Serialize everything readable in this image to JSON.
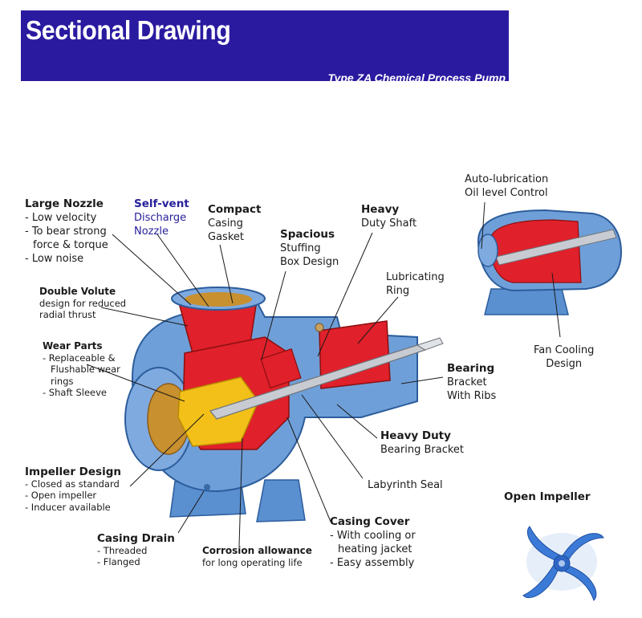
{
  "header": {
    "title": "Sectional Drawing",
    "subtitle": "Type ZA Chemical Process Pump"
  },
  "colors": {
    "banner": "#2a1aa0",
    "casing_blue": "#6a9cd6",
    "cutaway_red": "#e0202a",
    "impeller_yellow": "#f2c018",
    "shaft_silver": "#c8ccd2"
  },
  "labels": {
    "large_nozzle": {
      "heading": "Large Nozzle",
      "lines": [
        "- Low velocity",
        "- To bear strong",
        "force & torque",
        "- Low noise"
      ]
    },
    "self_vent": {
      "heading": "Self-vent",
      "lines": [
        "Discharge",
        "Nozzle"
      ]
    },
    "compact": {
      "heading": "Compact",
      "lines": [
        "Casing",
        "Gasket"
      ]
    },
    "spacious": {
      "heading": "Spacious",
      "lines": [
        "Stuffing",
        "Box Design"
      ]
    },
    "heavy_duty_shaft": {
      "heading": "Heavy",
      "lines": [
        "Duty Shaft"
      ]
    },
    "lubricating_ring": {
      "lines": [
        "Lubricating",
        "Ring"
      ]
    },
    "auto_lubrication": {
      "lines": [
        "Auto-lubrication",
        "Oil level Control"
      ]
    },
    "fan_cooling": {
      "lines": [
        "Fan Cooling",
        "Design"
      ]
    },
    "double_volute": {
      "heading": "Double Volute",
      "lines": [
        "design for reduced",
        "radial thrust"
      ]
    },
    "wear_parts": {
      "heading": "Wear Parts",
      "lines": [
        "- Replaceable &",
        "Flushable wear",
        "rings",
        "- Shaft Sleeve"
      ]
    },
    "bearing_bracket": {
      "heading": "Bearing",
      "lines": [
        "Bracket",
        "With Ribs"
      ]
    },
    "heavy_duty_bearing": {
      "heading": "Heavy Duty",
      "lines": [
        "Bearing Bracket"
      ]
    },
    "labyrinth_seal": {
      "lines": [
        "Labyrinth Seal"
      ]
    },
    "impeller_design": {
      "heading": "Impeller Design",
      "lines": [
        "- Closed as standard",
        "- Open impeller",
        "- Inducer available"
      ]
    },
    "open_impeller": {
      "heading": "Open Impeller"
    },
    "casing_drain": {
      "heading": "Casing Drain",
      "lines": [
        "- Threaded",
        "- Flanged"
      ]
    },
    "corrosion": {
      "heading": "Corrosion allowance",
      "lines": [
        "for long operating life"
      ]
    },
    "casing_cover": {
      "heading": "Casing Cover",
      "lines": [
        "- With cooling or",
        "heating jacket",
        "- Easy assembly"
      ]
    }
  }
}
